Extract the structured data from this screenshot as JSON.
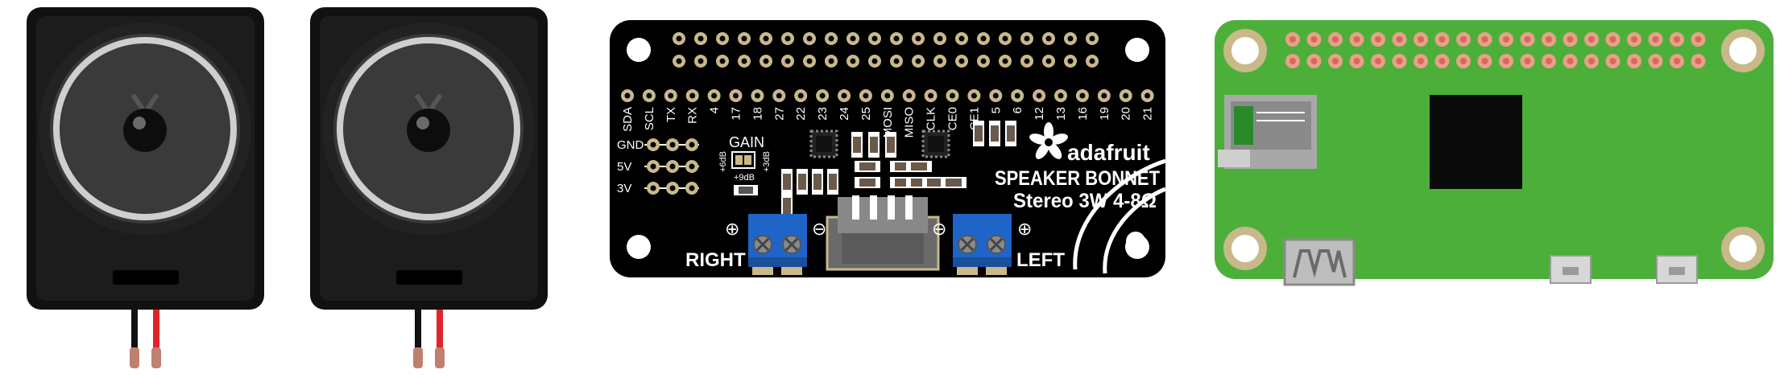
{
  "bonnet": {
    "pin_labels": [
      "SDA",
      "SCL",
      "TX",
      "RX",
      "4",
      "17",
      "18",
      "27",
      "22",
      "23",
      "24",
      "25",
      "MOSI",
      "MISO",
      "CLK",
      "CE0",
      "CE1",
      "5",
      "6",
      "12",
      "13",
      "16",
      "19",
      "20",
      "21"
    ],
    "power_labels": [
      "GND",
      "5V",
      "3V"
    ],
    "gain_label": "GAIN",
    "gain_options": [
      "+6dB",
      "+3dB",
      "+9dB"
    ],
    "logo_text": "adafruit",
    "product_line1": "SPEAKER BONNET",
    "product_line2": "Stereo 3W 4-8Ω",
    "right_label": "RIGHT",
    "left_label": "LEFT",
    "plus_symbol": "⊕",
    "minus_symbol": "⊖"
  },
  "colors": {
    "speaker_body": "#111111",
    "speaker_cone": "#3a3a3a",
    "speaker_ring": "#cfcfcf",
    "wire_red": "#e0242a",
    "wire_black": "#111111",
    "bonnet_pcb": "#000000",
    "gold_pad": "#c9b98a",
    "terminal_blue": "#1f64c8",
    "pi_green": "#4caf3a",
    "pi_pad": "#e9a08a",
    "chip_black": "#0a0a0a"
  },
  "icons": {
    "speaker": "speaker-icon",
    "logo": "adafruit-flower-icon"
  }
}
